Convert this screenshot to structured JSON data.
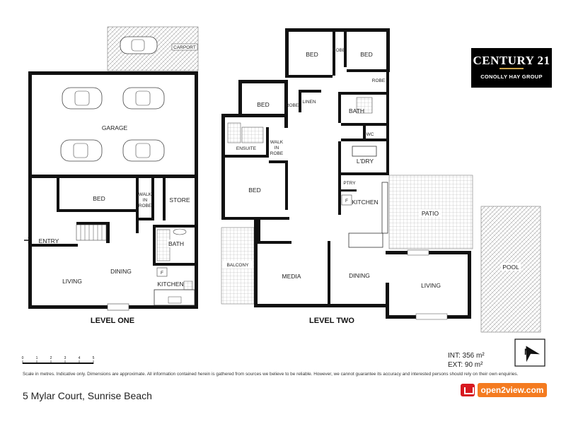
{
  "brand": {
    "name": "CENTURY 21",
    "group": "CONOLLY HAY GROUP",
    "accent": "#c8a24a",
    "logo_bg": "#000000"
  },
  "levels": {
    "one": "LEVEL ONE",
    "two": "LEVEL TWO"
  },
  "rooms_level_one": {
    "carport": "CARPORT",
    "garage": "GARAGE",
    "bed": "BED",
    "walk_in_robe_1": "WALK",
    "walk_in_robe_2": "IN",
    "walk_in_robe_3": "ROBE",
    "store": "STORE",
    "entry": "ENTRY",
    "bath": "BATH",
    "living": "LIVING",
    "dining": "DINING",
    "fridge": "F",
    "kitchen": "KITCHEN"
  },
  "rooms_level_two": {
    "bed_a": "BED",
    "bed_b": "BED",
    "robe_a": "ROBE",
    "robe_b": "ROBE",
    "bed_c": "BED",
    "linen": "LINEN",
    "robe_c": "ROBE",
    "bath": "BATH",
    "ensuite": "ENSUITE",
    "walk_in_robe_1": "WALK",
    "walk_in_robe_2": "IN",
    "walk_in_robe_3": "ROBE",
    "wc": "WC",
    "ldry": "L'DRY",
    "bed_d": "BED",
    "ptry": "PTRY",
    "fridge": "F",
    "kitchen": "KITCHEN",
    "patio": "PATIO",
    "balcony": "BALCONY",
    "media": "MEDIA",
    "dining": "DINING",
    "living": "LIVING",
    "pool": "POOL"
  },
  "areas": {
    "int": "INT: 356 m²",
    "ext": "EXT: 90 m²"
  },
  "scale": {
    "ticks": [
      "0",
      "1",
      "2",
      "3",
      "4",
      "5"
    ]
  },
  "disclaimer": "Scale in metres. Indicative only. Dimensions are approximate. All information contained herein is gathered from sources we believe to be reliable. However, we cannot guarantee its accuracy and interested persons should rely on their own enquiries.",
  "address": "5 Mylar Court, Sunrise Beach",
  "portal": {
    "name": "open2view.com",
    "bg": "#f47b20",
    "icon_bg": "#d71920"
  },
  "compass": {
    "label": "N"
  }
}
